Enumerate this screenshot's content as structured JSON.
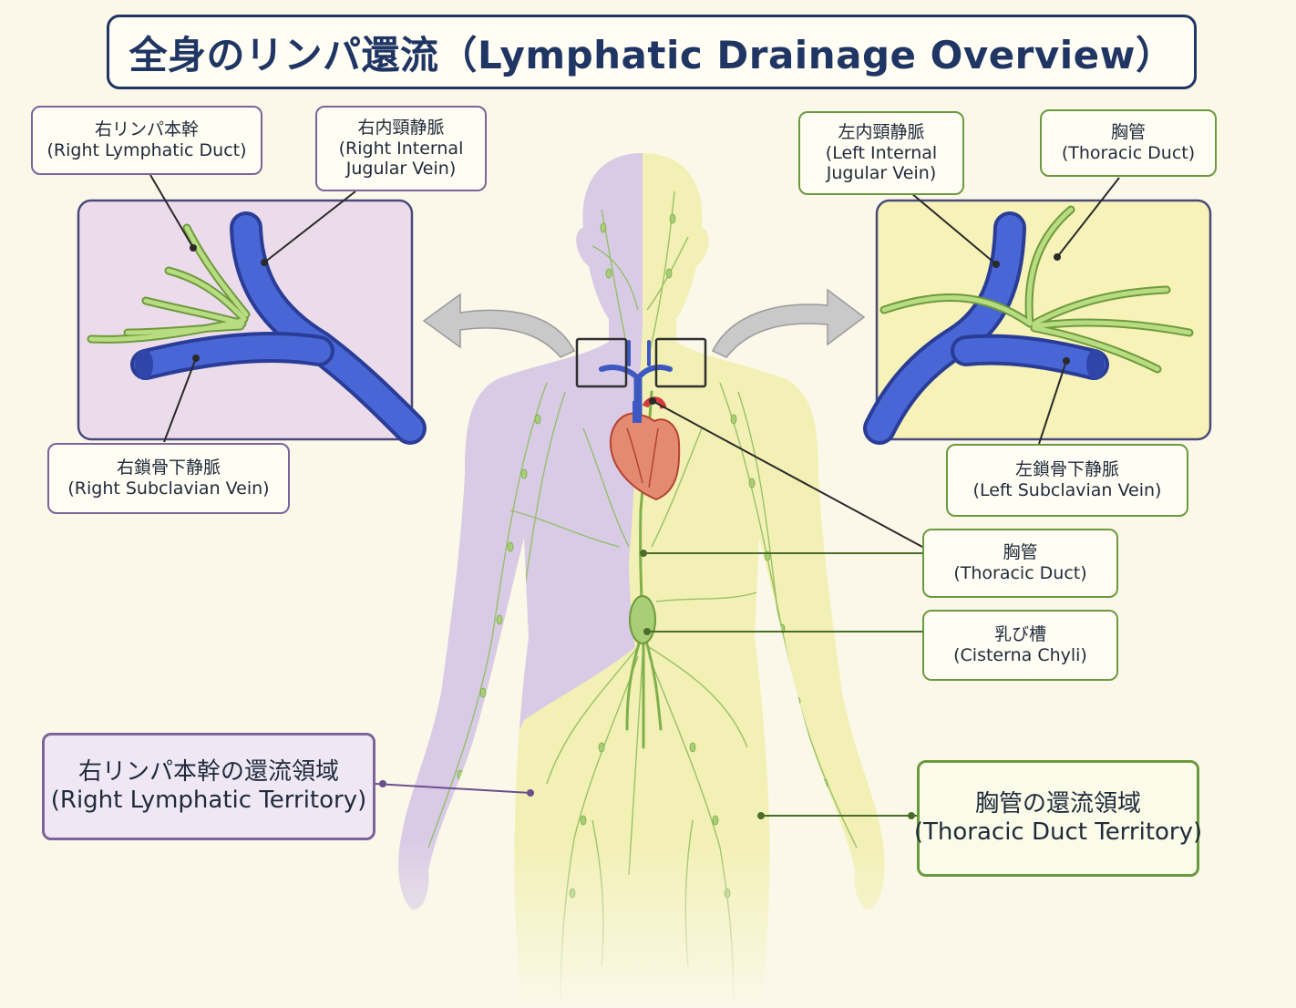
{
  "title": "全身のリンパ還流（Lymphatic Drainage Overview）",
  "labels": {
    "right_lymphatic_duct": {
      "jp": "右リンパ本幹",
      "en": "(Right Lymphatic Duct)"
    },
    "right_internal_jugular": {
      "jp": "右内頸静脈",
      "en1": "(Right Internal",
      "en2": "Jugular Vein)"
    },
    "right_subclavian": {
      "jp": "右鎖骨下静脈",
      "en": "(Right Subclavian Vein)"
    },
    "left_internal_jugular": {
      "jp": "左内頸静脈",
      "en1": "(Left Internal",
      "en2": "Jugular Vein)"
    },
    "thoracic_duct_top": {
      "jp": "胸管",
      "en": "(Thoracic Duct)"
    },
    "left_subclavian": {
      "jp": "左鎖骨下静脈",
      "en": "(Left Subclavian Vein)"
    },
    "thoracic_duct_mid": {
      "jp": "胸管",
      "en": "(Thoracic Duct)"
    },
    "cisterna_chyli": {
      "jp": "乳び槽",
      "en": "(Cisterna Chyli)"
    },
    "right_territory": {
      "jp": "右リンパ本幹の還流領域",
      "en": "(Right Lymphatic Territory)"
    },
    "thoracic_territory": {
      "jp": "胸管の還流領域",
      "en": "(Thoracic Duct Territory)"
    }
  },
  "colors": {
    "navy": "#1f3563",
    "right_region": "#d9cbe6",
    "thoracic_region": "#f2f0b4",
    "vein": "#3e58c2",
    "lymph": "#9dc66a"
  }
}
